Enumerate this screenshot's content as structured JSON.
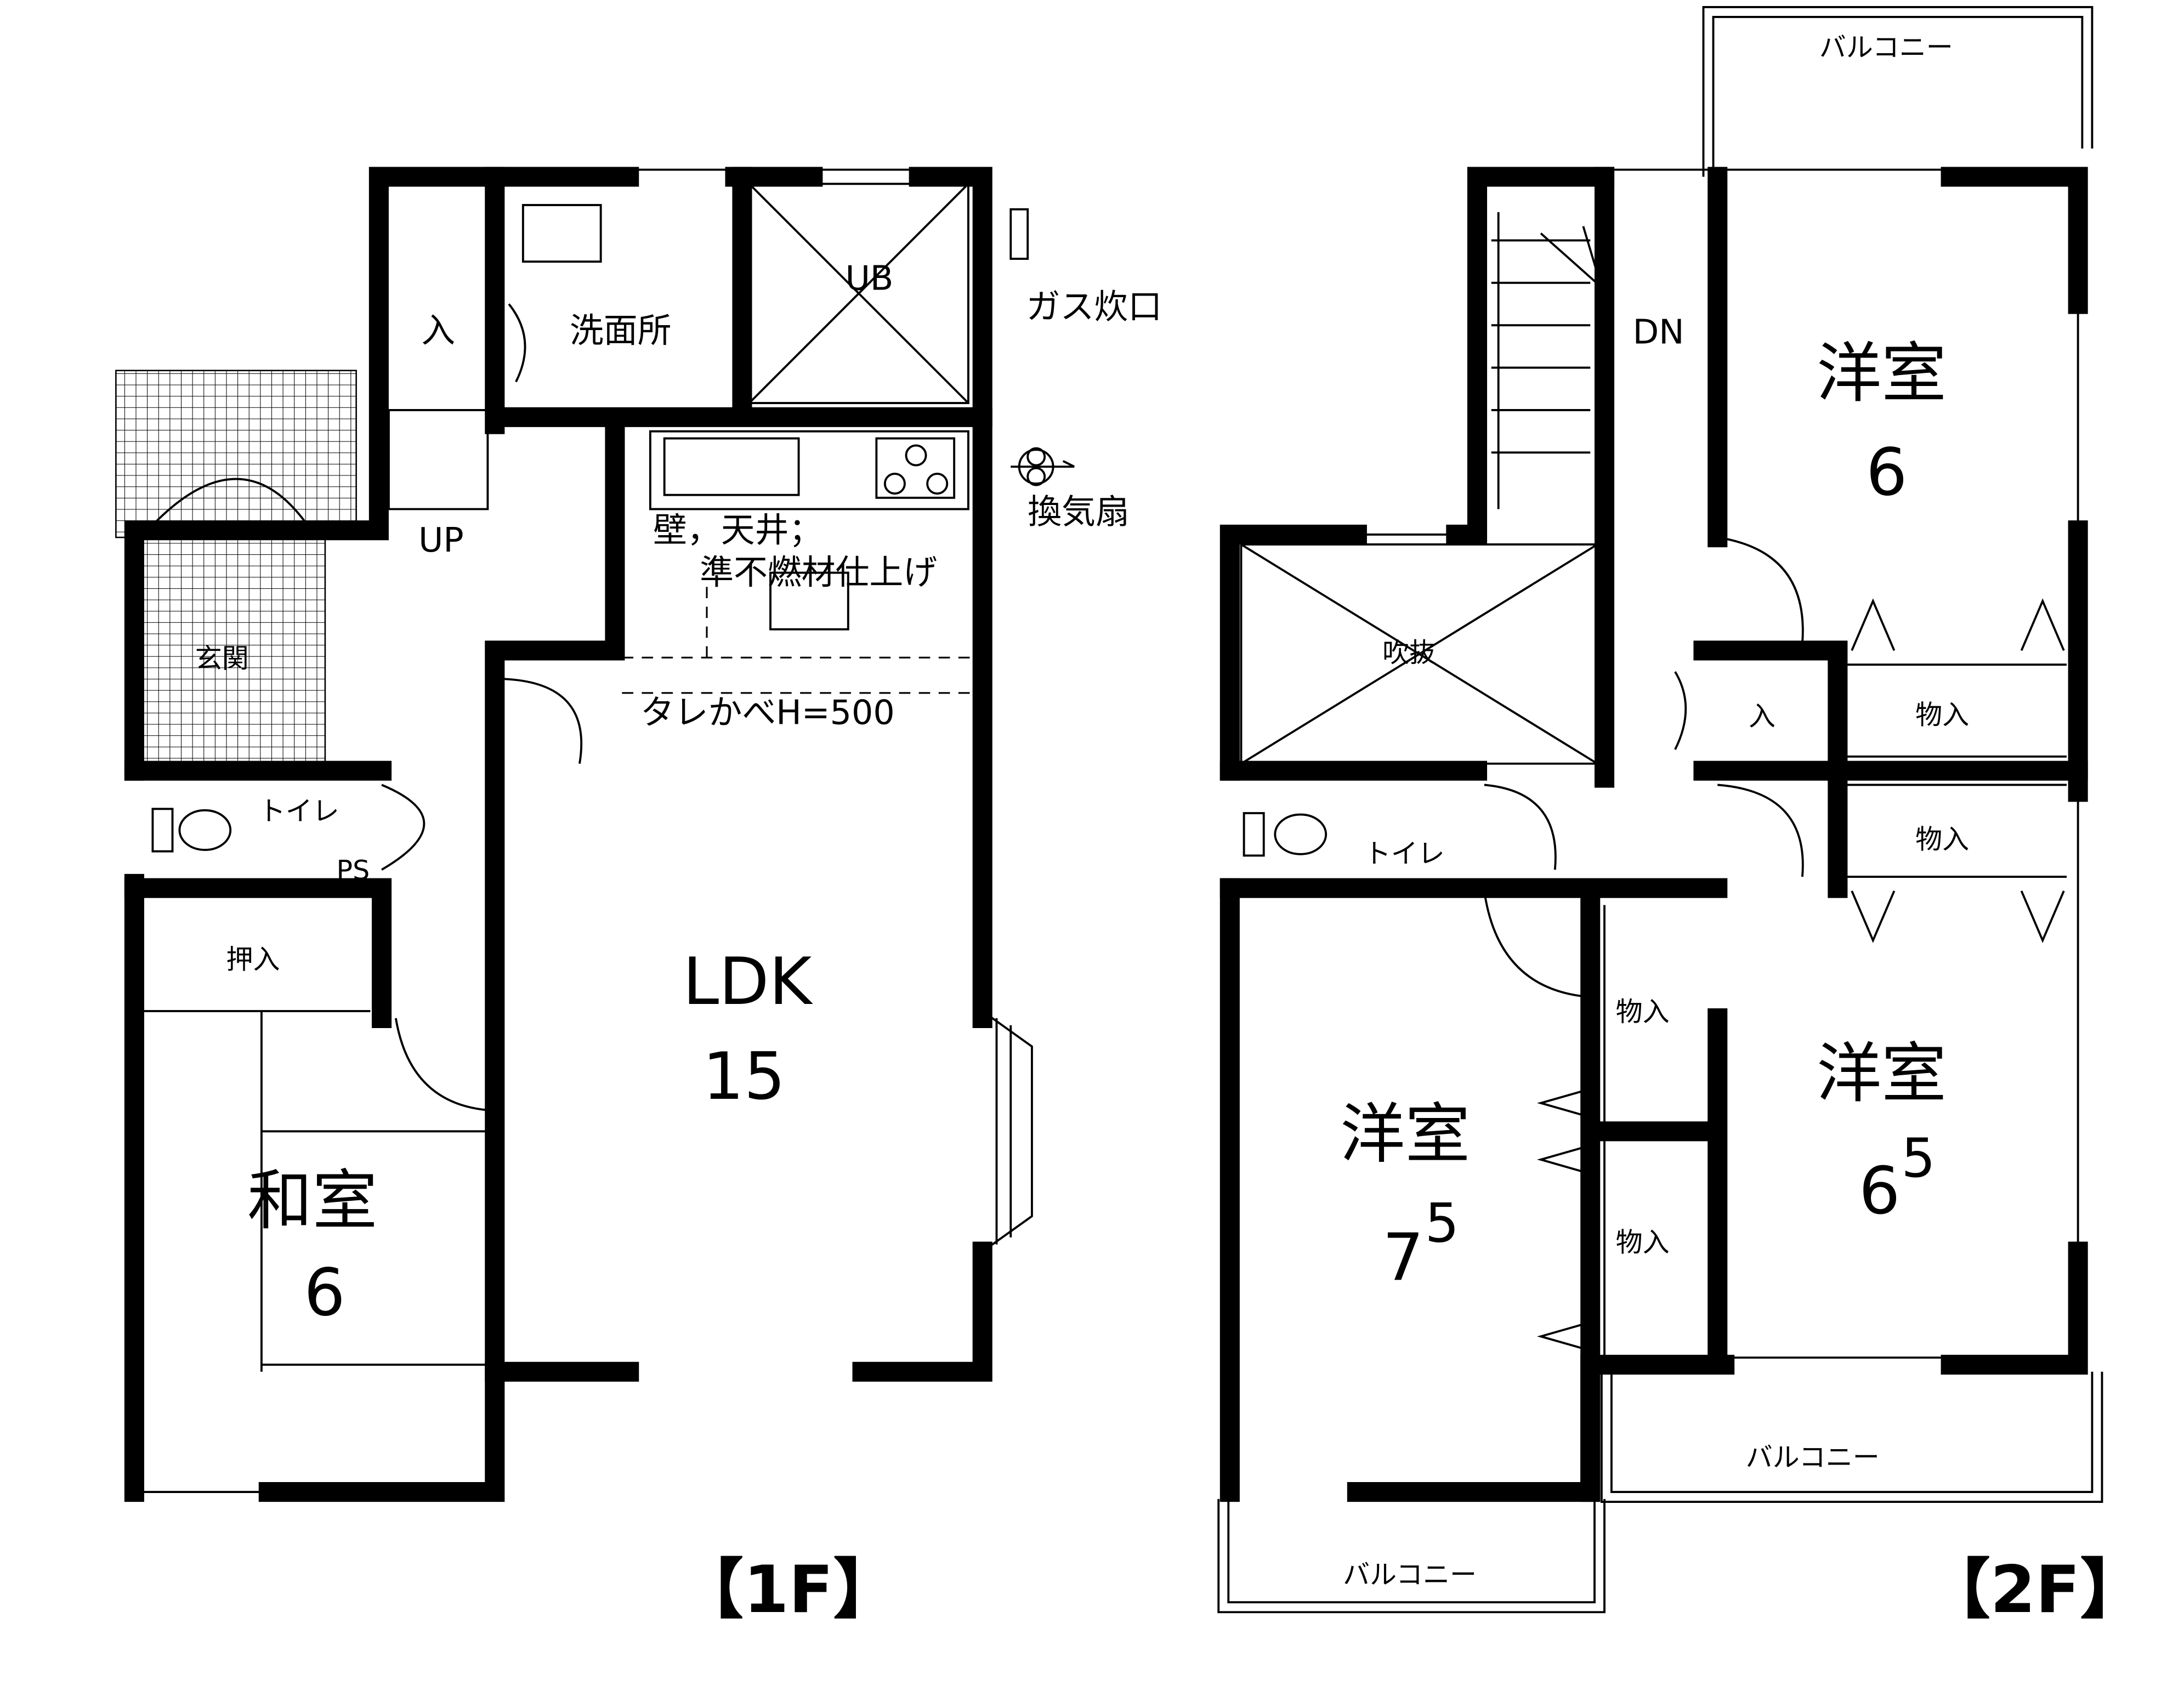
{
  "first_floor": {
    "title": "【1F】",
    "labels": {
      "entry_storage": "入",
      "washroom": "洗面所",
      "bath": "UB",
      "gas_heater": "ガス炊口",
      "vent_fan": "換気扇",
      "stairs_up": "UP",
      "finish_note_1": "壁，天井；",
      "finish_note_2": "準不燃材仕上げ",
      "hanging_wall": "タレかべH=500",
      "entrance": "玄関",
      "toilet": "トイレ",
      "pipe_space": "PS",
      "closet": "押入"
    },
    "rooms": {
      "japanese_room": {
        "name": "和室",
        "size": "6"
      },
      "ldk": {
        "name": "LDK",
        "size": "15"
      }
    }
  },
  "second_floor": {
    "title": "【2F】",
    "labels": {
      "balcony_top": "バルコニー",
      "balcony_right": "バルコニー",
      "balcony_left": "バルコニー",
      "stairs_down": "DN",
      "void": "吹抜",
      "storage_small": "入",
      "closet_1": "物入",
      "closet_2": "物入",
      "closet_3": "物入",
      "closet_4": "物入",
      "toilet": "トイレ"
    },
    "rooms": {
      "western_room_ne": {
        "name": "洋室",
        "size": "6"
      },
      "western_room_sw": {
        "name": "洋室",
        "size": "7",
        "size_sup": "5"
      },
      "western_room_se": {
        "name": "洋室",
        "size": "6",
        "size_sup": "5"
      }
    }
  }
}
